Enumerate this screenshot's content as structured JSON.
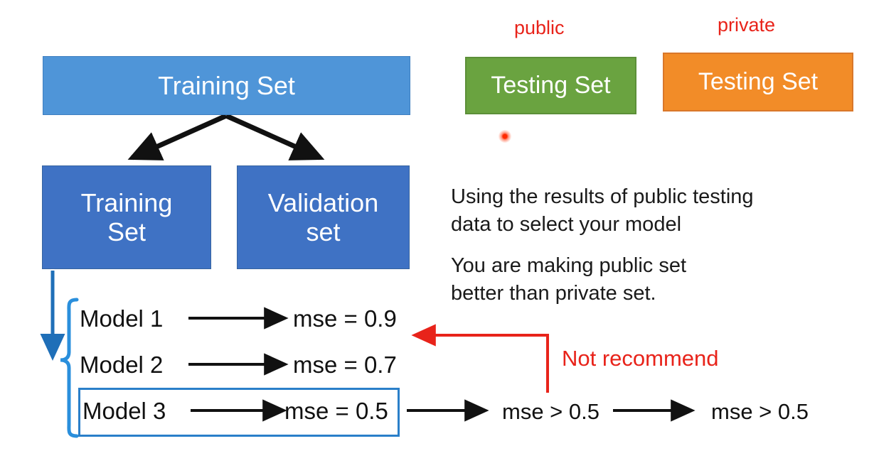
{
  "slide": {
    "boxes": {
      "training_top": "Training Set",
      "training_sub_line1": "Training",
      "training_sub_line2": "Set",
      "validation_sub_line1": "Validation",
      "validation_sub_line2": "set",
      "testing_public": "Testing Set",
      "testing_private": "Testing Set"
    },
    "tags": {
      "public": "public",
      "private": "private"
    },
    "models": [
      {
        "name": "Model 1",
        "mse": "mse = 0.9",
        "selected": false
      },
      {
        "name": "Model 2",
        "mse": "mse = 0.7",
        "selected": false
      },
      {
        "name": "Model 3",
        "mse": "mse = 0.5",
        "selected": true
      }
    ],
    "results": {
      "public_result": "mse > 0.5",
      "private_result": "mse > 0.5"
    },
    "notes": {
      "line1": "Using the results of public testing",
      "line2": "data to select your model",
      "line3": "You are making public set",
      "line4": "better than private set.",
      "warning": "Not recommend"
    },
    "colors": {
      "light_blue": "#4f95d8",
      "dark_blue": "#3f72c4",
      "green": "#6aa340",
      "orange": "#f28c28",
      "red": "#e8231a",
      "select_blue": "#2a7fc9",
      "arrow_black": "#111111"
    }
  }
}
